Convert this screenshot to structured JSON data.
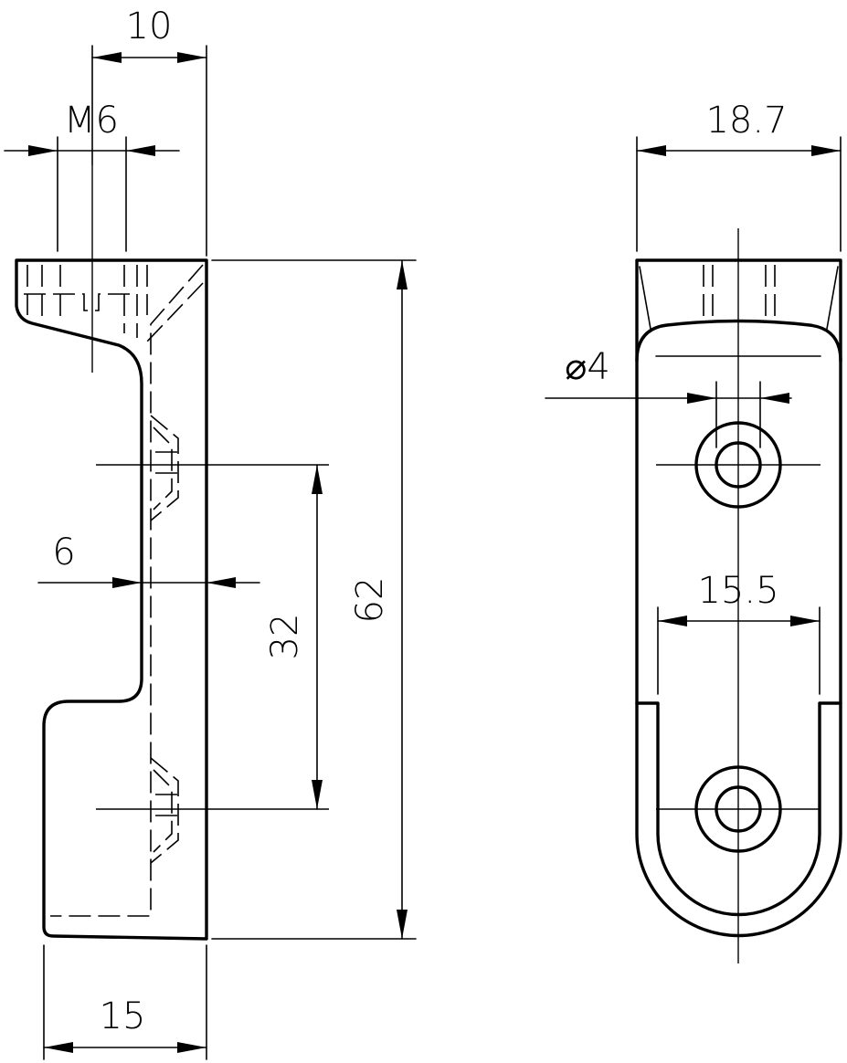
{
  "dimensions": {
    "side_width_top": "10",
    "thread": "M6",
    "side_wall": "6",
    "hole_spacing": "32",
    "total_height": "62",
    "side_depth": "15",
    "front_width": "18.7",
    "hole_diameter": "⌀4",
    "inner_width": "15.5"
  }
}
